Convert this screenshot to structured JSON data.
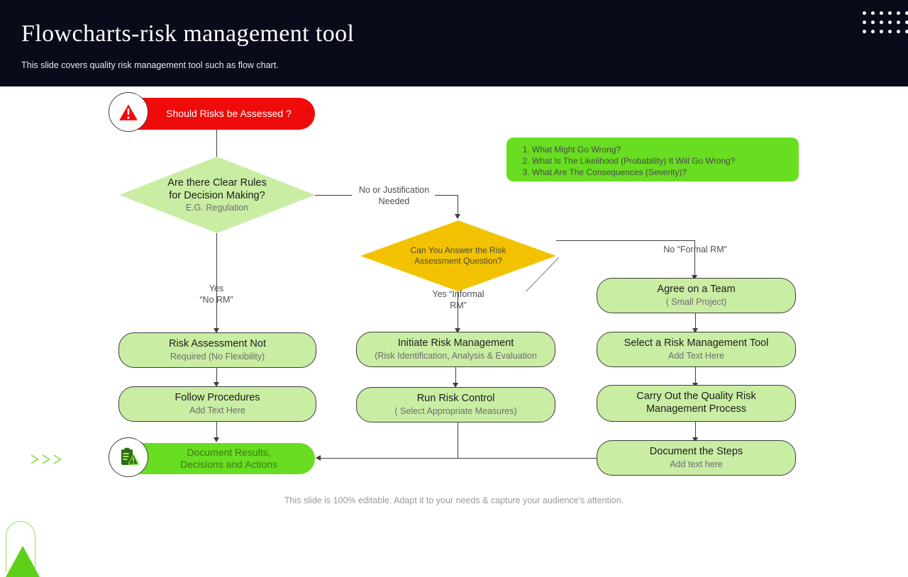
{
  "header": {
    "title": "Flowcharts-risk management tool",
    "subtitle": "This slide covers quality risk management tool such as flow chart.",
    "dots_icon": "dot-grid-decoration"
  },
  "flow": {
    "start": {
      "label": "Should Risks be Assessed ?",
      "icon": "warning-triangle-icon",
      "color": "#f00b0b"
    },
    "decision_rules": {
      "line1": "Are there Clear Rules",
      "line2": "for Decision Making?",
      "line3": "E.G. Regulation",
      "color": "#c9eda3"
    },
    "decision_answer": {
      "line1": "Can You Answer the Risk",
      "line2": "Assessment Question?",
      "color": "#f2c200"
    },
    "callout": {
      "items": [
        "What Might Go Wrong?",
        "What Is The Likelihood (Probability) It Will Go Wrong?",
        "What Are The Consequences (Severity)?"
      ],
      "color": "#68dd21"
    },
    "edge_labels": {
      "no_justification": "No or Justification\nNeeded",
      "yes_no_rm": "Yes\n“No RM”",
      "yes_informal_rm": "Yes “Informal\nRM”",
      "no_formal_rm": "No “Formal RM”"
    },
    "left_column": [
      {
        "l1": "Risk Assessment Not",
        "l2": "Required (No Flexibility)"
      },
      {
        "l1": "Follow Procedures",
        "l2": "Add Text Here"
      }
    ],
    "middle_column": [
      {
        "l1": "Initiate Risk Management",
        "l2": "(Risk Identification,  Analysis & Evaluation"
      },
      {
        "l1": "Run Risk Control",
        "l2": "( Select Appropriate Measures)"
      }
    ],
    "right_column": [
      {
        "l1": "Agree on a Team",
        "l2": "( Small Project)"
      },
      {
        "l1": "Select a Risk Management Tool",
        "l2": "Add Text Here"
      },
      {
        "l1": "Carry Out the Quality Risk",
        "l2": "Management Process"
      },
      {
        "l1": "Document the Steps",
        "l2": "Add text here"
      }
    ],
    "end": {
      "line1": "Document Results,",
      "line2": "Decisions and Actions",
      "icon": "clipboard-checklist-icon",
      "color": "#68dd21"
    }
  },
  "decor": {
    "chevrons_icon": "triple-chevron-icon",
    "arch_icon": "arch-outline-decoration",
    "triangle_icon": "green-triangle-decoration"
  },
  "footer": {
    "text": "This slide is 100% editable. Adapt it to your needs & capture your audience's attention."
  }
}
